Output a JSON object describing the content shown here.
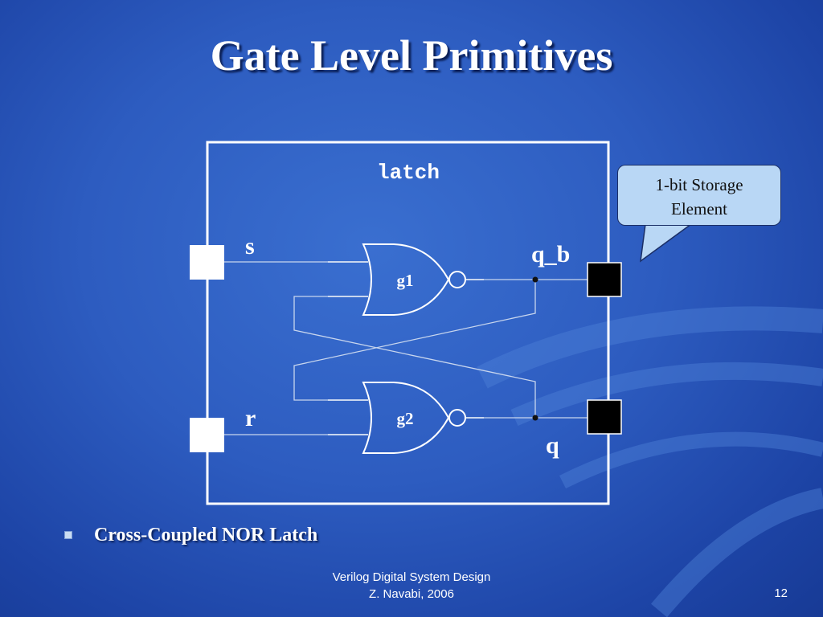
{
  "slide": {
    "title": "Gate Level Primitives",
    "bullet": "Cross-Coupled NOR Latch",
    "footer_line1": "Verilog Digital System Design",
    "footer_line2": "Z. Navabi, 2006",
    "page_number": "12"
  },
  "diagram": {
    "module_name": "latch",
    "gate_top": "g1",
    "gate_bottom": "g2",
    "input_s": "s",
    "input_r": "r",
    "output_qb": "q_b",
    "output_q": "q",
    "gate_type_icon": "nor-gate-icon"
  },
  "callout": {
    "line1": "1-bit Storage",
    "line2": "Element"
  },
  "colors": {
    "background": "#2d5cc0",
    "wire": "#c8d6ee",
    "callout_fill": "#b9d7f5"
  }
}
